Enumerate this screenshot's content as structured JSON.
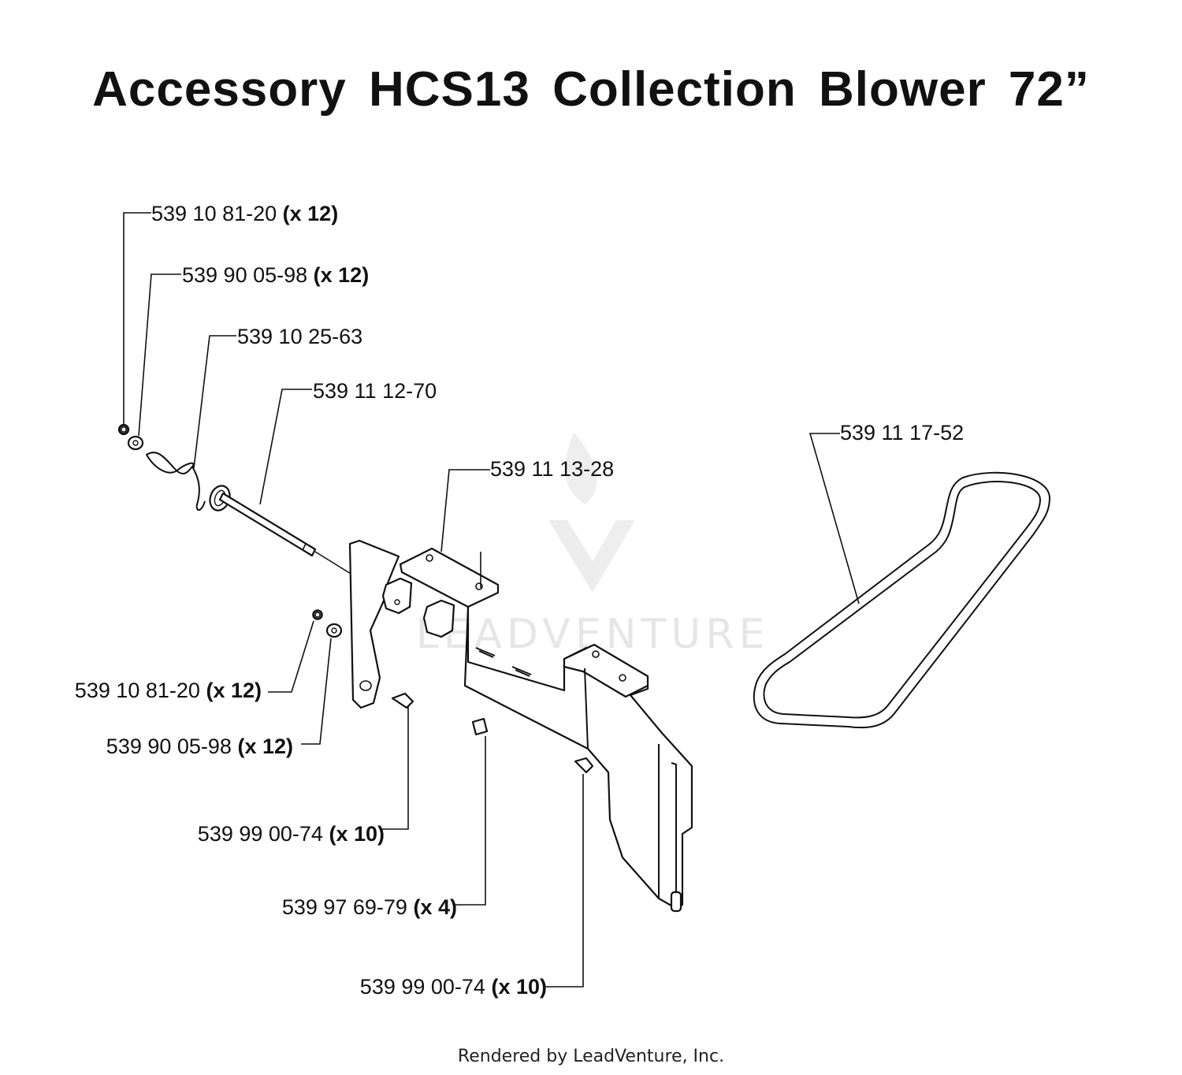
{
  "title": "Accessory HCS13 Collection Blower 72”",
  "footer": "Rendered by LeadVenture, Inc.",
  "watermark": "LEADVENTURE",
  "callouts": [
    {
      "part": "539 10 81-20",
      "qty": "(x 12)"
    },
    {
      "part": "539 90 05-98",
      "qty": "(x 12)"
    },
    {
      "part": "539 10 25-63",
      "qty": ""
    },
    {
      "part": "539 11 12-70",
      "qty": ""
    },
    {
      "part": "539 11 13-28",
      "qty": ""
    },
    {
      "part": "539 11 17-52",
      "qty": ""
    },
    {
      "part": "539 10 81-20",
      "qty": "(x 12)"
    },
    {
      "part": "539 90 05-98",
      "qty": "(x 12)"
    },
    {
      "part": "539 99 00-74",
      "qty": "(x 10)"
    },
    {
      "part": "539 97 69-79",
      "qty": "(x 4)"
    },
    {
      "part": "539 99 00-74",
      "qty": "(x 10)"
    }
  ]
}
